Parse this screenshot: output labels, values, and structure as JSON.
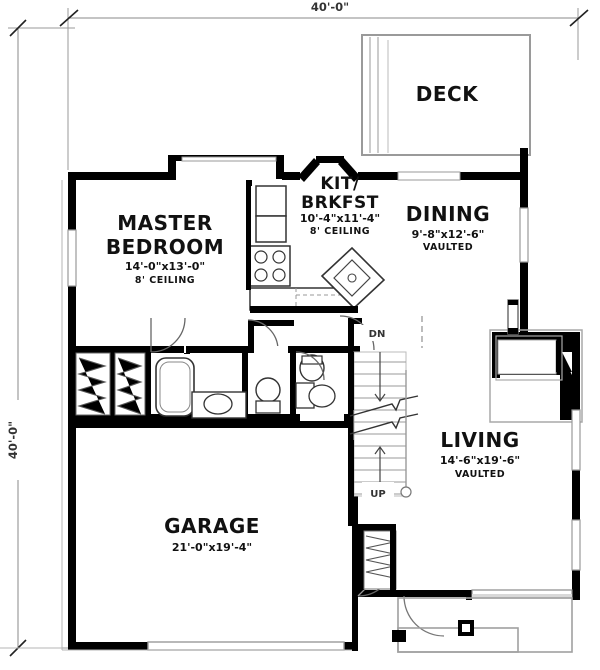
{
  "drawing": {
    "type": "residential-floor-plan",
    "level": "main-floor",
    "overall_width": "40'-0\"",
    "overall_depth": "40'-0\""
  },
  "dimensions": {
    "top": "40'-0\"",
    "left": "40'-0\""
  },
  "rooms": [
    {
      "key": "master_bedroom",
      "name_line1": "MASTER",
      "name_line2": "BEDROOM",
      "size": "14'-0\"x13'-0\"",
      "note": "8' CEILING"
    },
    {
      "key": "kitchen_breakfast",
      "name_line1": "KIT/",
      "name_line2": "BRKFST",
      "size": "10'-4\"x11'-4\"",
      "note": "8' CEILING"
    },
    {
      "key": "dining",
      "name_line1": "DINING",
      "name_line2": "",
      "size": "9'-8\"x12'-6\"",
      "note": "VAULTED"
    },
    {
      "key": "living",
      "name_line1": "LIVING",
      "name_line2": "",
      "size": "14'-6\"x19'-6\"",
      "note": "VAULTED"
    },
    {
      "key": "garage",
      "name_line1": "GARAGE",
      "name_line2": "",
      "size": "21'-0\"x19'-4\"",
      "note": ""
    },
    {
      "key": "deck",
      "name_line1": "DECK",
      "name_line2": "",
      "size": "",
      "note": ""
    }
  ],
  "stairs": {
    "down_label": "DN",
    "up_label": "UP"
  },
  "colors": {
    "wall": "#000000",
    "thin_line": "#808080",
    "paper": "#ffffff",
    "text": "#111111",
    "dimension": "#555555"
  }
}
